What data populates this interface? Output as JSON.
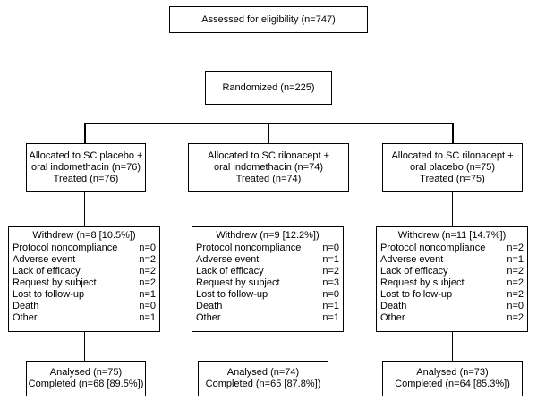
{
  "eligibility": "Assessed for eligibility (n=747)",
  "randomized": "Randomized (n=225)",
  "arms": [
    {
      "allocated": [
        "Allocated to SC placebo +",
        "oral indomethacin (n=76)",
        "Treated (n=76)"
      ],
      "withdrew_title": "Withdrew (n=8 [10.5%])",
      "reasons": [
        {
          "label": "Protocol noncompliance",
          "value": "n=0"
        },
        {
          "label": "Adverse event",
          "value": "n=2"
        },
        {
          "label": "Lack of efficacy",
          "value": "n=2"
        },
        {
          "label": "Request by subject",
          "value": "n=2"
        },
        {
          "label": "Lost to follow-up",
          "value": "n=1"
        },
        {
          "label": "Death",
          "value": "n=0"
        },
        {
          "label": "Other",
          "value": "n=1"
        }
      ],
      "analysed": [
        "Analysed (n=75)",
        "Completed (n=68 [89.5%])"
      ]
    },
    {
      "allocated": [
        "Allocated to SC rilonacept +",
        "oral indomethacin (n=74)",
        "Treated (n=74)"
      ],
      "withdrew_title": "Withdrew (n=9 [12.2%])",
      "reasons": [
        {
          "label": "Protocol noncompliance",
          "value": "n=0"
        },
        {
          "label": "Adverse event",
          "value": "n=1"
        },
        {
          "label": "Lack of efficacy",
          "value": "n=2"
        },
        {
          "label": "Request by subject",
          "value": "n=3"
        },
        {
          "label": "Lost to follow-up",
          "value": "n=0"
        },
        {
          "label": "Death",
          "value": "n=1"
        },
        {
          "label": "Other",
          "value": "n=1"
        }
      ],
      "analysed": [
        "Analysed (n=74)",
        "Completed (n=65 [87.8%])"
      ]
    },
    {
      "allocated": [
        "Allocated to SC rilonacept +",
        "oral placebo (n=75)",
        "Treated (n=75)"
      ],
      "withdrew_title": "Withdrew (n=11 [14.7%])",
      "reasons": [
        {
          "label": "Protocol noncompliance",
          "value": "n=2"
        },
        {
          "label": "Adverse event",
          "value": "n=1"
        },
        {
          "label": "Lack of efficacy",
          "value": "n=2"
        },
        {
          "label": "Request by subject",
          "value": "n=2"
        },
        {
          "label": "Lost to follow-up",
          "value": "n=2"
        },
        {
          "label": "Death",
          "value": "n=0"
        },
        {
          "label": "Other",
          "value": "n=2"
        }
      ],
      "analysed": [
        "Analysed (n=73)",
        "Completed (n=64 [85.3%])"
      ]
    }
  ]
}
